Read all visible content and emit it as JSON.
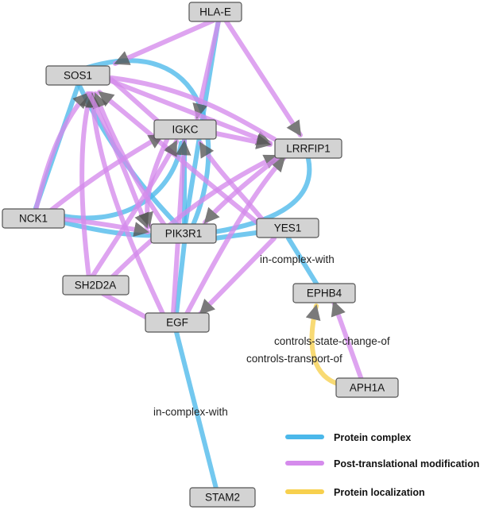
{
  "colors": {
    "protein_complex": "#4bb8ea",
    "post_translational_modification": "#d58bec",
    "protein_localization": "#f7d04e",
    "arrowhead": "#555555"
  },
  "nodes": [
    {
      "id": "HLA-E",
      "label": "HLA-E"
    },
    {
      "id": "SOS1",
      "label": "SOS1"
    },
    {
      "id": "IGKC",
      "label": "IGKC"
    },
    {
      "id": "LRRFIP1",
      "label": "LRRFIP1"
    },
    {
      "id": "NCK1",
      "label": "NCK1"
    },
    {
      "id": "PIK3R1",
      "label": "PIK3R1"
    },
    {
      "id": "YES1",
      "label": "YES1"
    },
    {
      "id": "SH2D2A",
      "label": "SH2D2A"
    },
    {
      "id": "EPHB4",
      "label": "EPHB4"
    },
    {
      "id": "EGF",
      "label": "EGF"
    },
    {
      "id": "APH1A",
      "label": "APH1A"
    },
    {
      "id": "STAM2",
      "label": "STAM2"
    }
  ],
  "edge_labels": {
    "yes1_ephb4": "in-complex-with",
    "aph1a_ephb4_state": "controls-state-change-of",
    "aph1a_ephb4_transport": "controls-transport-of",
    "egf_stam2": "in-complex-with"
  },
  "legend": [
    {
      "key": "protein_complex",
      "label": "Protein complex"
    },
    {
      "key": "post_translational_modification",
      "label": "Post-translational modification"
    },
    {
      "key": "protein_localization",
      "label": "Protein localization"
    }
  ]
}
